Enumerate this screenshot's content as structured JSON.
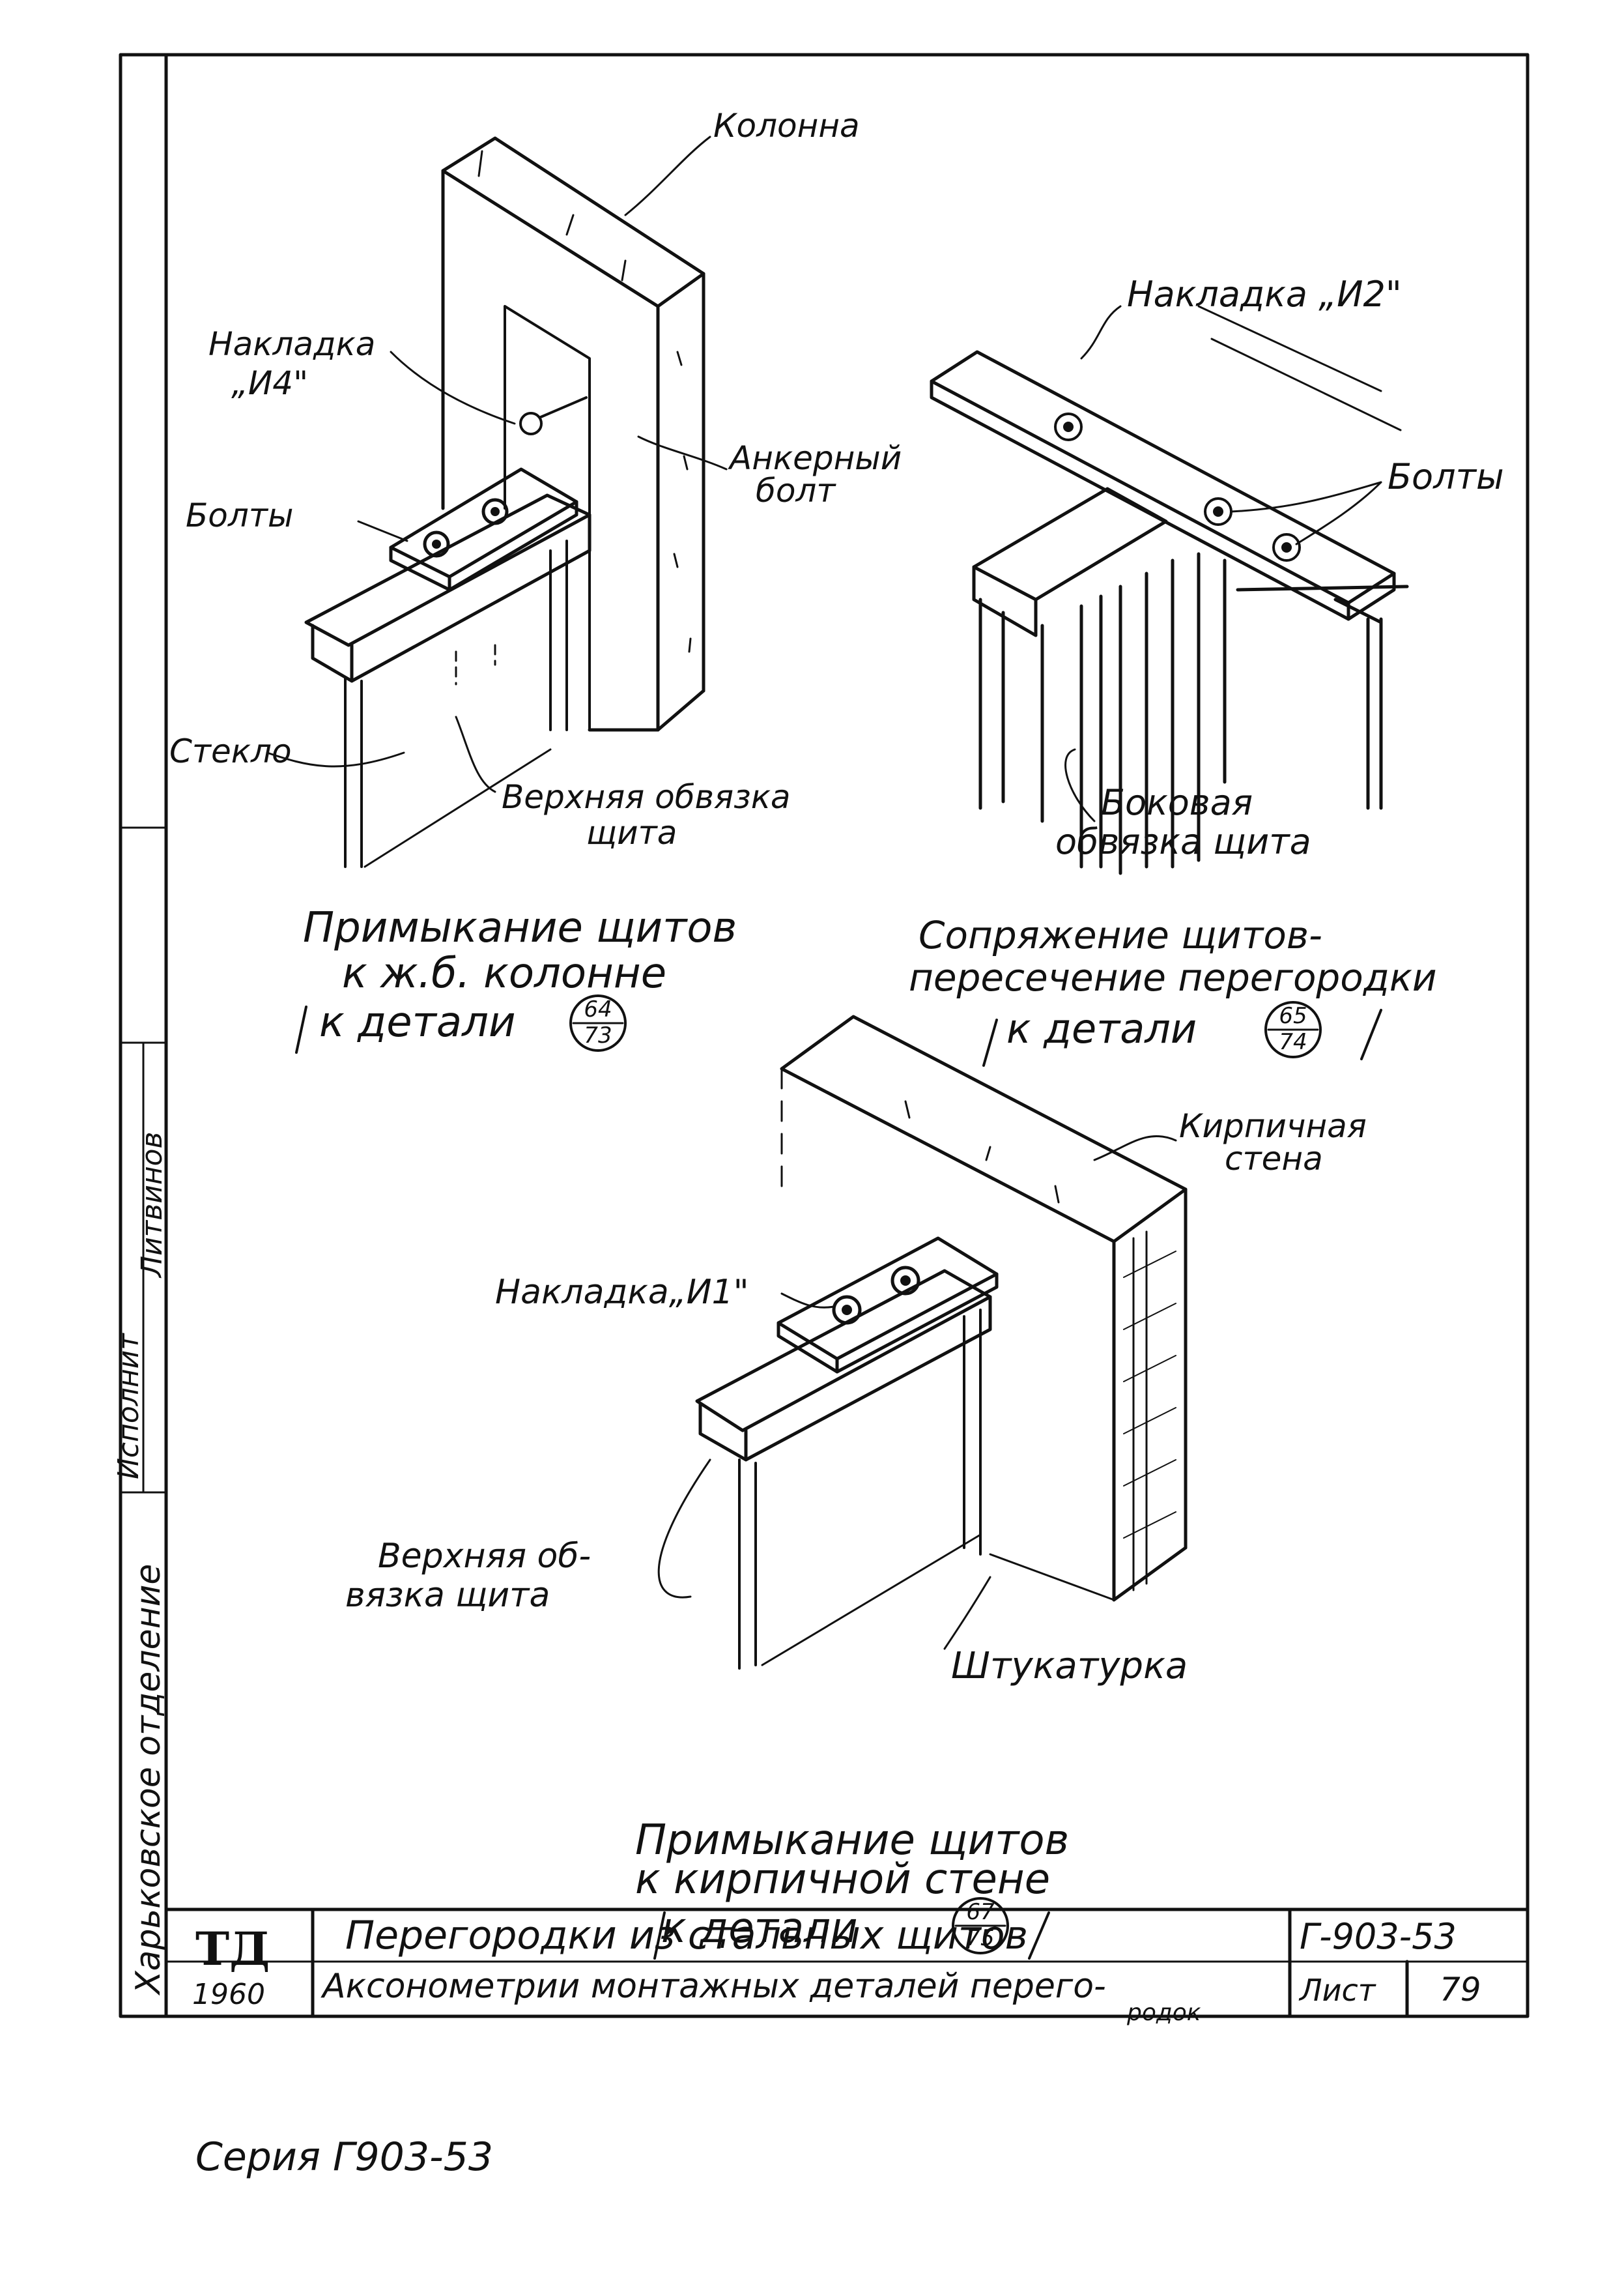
{
  "side_strip": {
    "org": "Харьковское отделение",
    "role": "Исполнит",
    "name": "Литвинов"
  },
  "views": {
    "view1": {
      "labels": {
        "kolonna": "Колонна",
        "nakladka_i4_l1": "Накладка",
        "nakladka_i4_l2": "„И4\"",
        "ankernyi_l1": "Анкерный",
        "ankernyi_l2": "болт",
        "bolty": "Болты",
        "steklo": "Стекло",
        "verkh_l1": "Верхняя обвязка",
        "verkh_l2": "щита"
      },
      "caption": {
        "line1": "Примыкание щитов",
        "line2": "к ж.б. колонне",
        "line3": "к детали",
        "ref_top": "64",
        "ref_bottom": "73"
      }
    },
    "view2": {
      "labels": {
        "nakladka_i2": "Накладка „И2\"",
        "bolty": "Болты",
        "bokovaya_l1": "Боковая",
        "bokovaya_l2": "обвязка щита"
      },
      "caption": {
        "line1": "Сопряжение щитов-",
        "line2": "пересечение перегородки",
        "line3": "к детали",
        "ref_top": "65",
        "ref_bottom": "74"
      }
    },
    "view3": {
      "labels": {
        "kirpich_l1": "Кирпичная",
        "kirpich_l2": "стена",
        "nakladka_i1": "Накладка„И1\"",
        "verkh_l1": "Верхняя об-",
        "verkh_l2": "вязка щита",
        "shtukaturka": "Штукатурка"
      },
      "caption": {
        "line1": "Примыкание щитов",
        "line2": "к кирпичной стене",
        "line3": "к детали",
        "ref_top": "67",
        "ref_bottom": "75"
      }
    }
  },
  "title_block": {
    "org": "ТД",
    "year": "1960",
    "title": "Перегородки из стальных щитов",
    "subtitle_l1": "Аксонометрии монтажных деталей перего-",
    "subtitle_l2": "родок",
    "code": "Г-903-53",
    "sheet_label": "Лист",
    "sheet_no": "79"
  },
  "footer": {
    "series": "Серия Г903-53"
  }
}
